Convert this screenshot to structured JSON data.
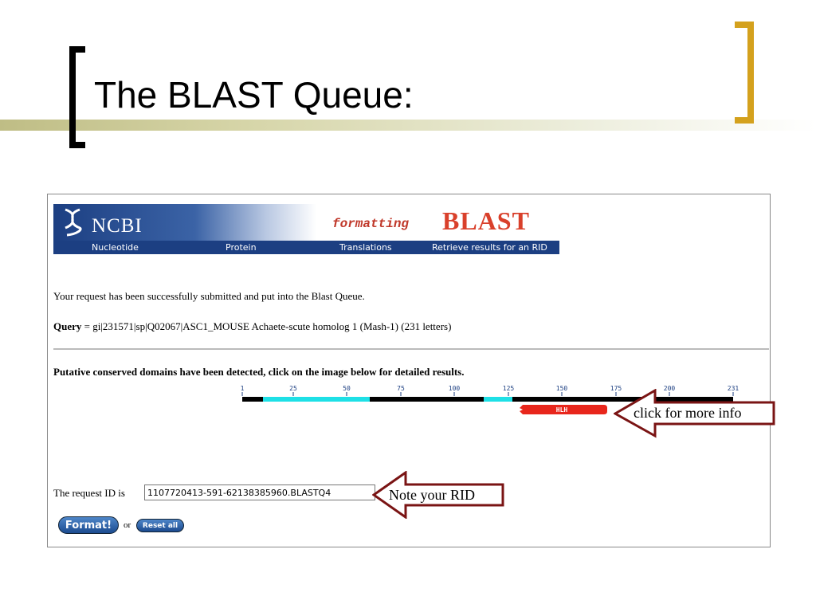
{
  "slide": {
    "title": "The BLAST Queue:"
  },
  "header": {
    "logo_text": "NCBI",
    "formatting_label": "formatting",
    "blast_label": "BLAST",
    "nav": [
      "Nucleotide",
      "Protein",
      "Translations",
      "Retrieve results for an RID"
    ]
  },
  "body": {
    "submitted_message": "Your request has been successfully submitted and put into the Blast Queue.",
    "query_label": "Query",
    "query_value": " = gi|231571|sp|Q02067|ASC1_MOUSE Achaete-scute homolog 1 (Mash-1) (231 letters)",
    "domains_message": "Putative conserved domains have been detected, click on the image below for detailed results.",
    "rid_label": "The request ID is",
    "rid_value": "1107720413-591-62138385960.BLASTQ4",
    "format_button": "Format!",
    "or_text": "or",
    "reset_button": "Reset all"
  },
  "domain_map": {
    "tick_labels": [
      "1",
      "25",
      "50",
      "75",
      "100",
      "125",
      "150",
      "175",
      "200",
      "231"
    ],
    "domain_label": "HLH"
  },
  "callouts": {
    "more_info": "click for more info",
    "note_rid": "Note your RID"
  },
  "colors": {
    "navy": "#1c3f82",
    "blast_red": "#d9402b",
    "hit_cyan": "#1ee0e6",
    "domain_red": "#e8261c",
    "callout_border": "#7a1414",
    "bracket_gold": "#d4a11d"
  }
}
